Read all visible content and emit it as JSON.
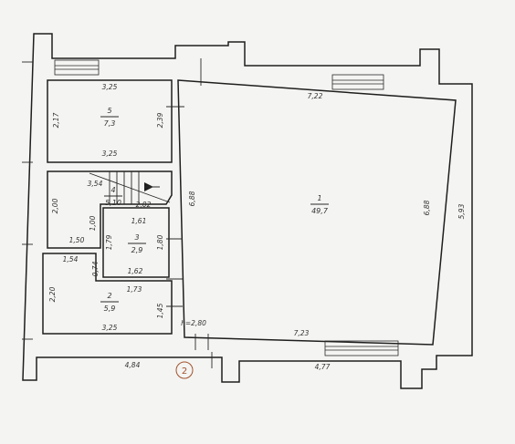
{
  "floor_plan": {
    "rooms": [
      {
        "number": "1",
        "area": "49,7"
      },
      {
        "number": "2",
        "area": "5,9"
      },
      {
        "number": "3",
        "area": "2,9"
      },
      {
        "number": "4",
        "area": "5,10"
      },
      {
        "number": "5",
        "area": "7,3"
      }
    ],
    "ceiling_height": "h=2,80",
    "axis_marker": "2",
    "dimensions": {
      "r5_top": "3,25",
      "r5_left": "2,17",
      "r5_right": "2,39",
      "r5_bottom": "3,25",
      "r4_stair": "3,54",
      "r4_bottom": "2,02",
      "r4_left": "2,00",
      "r4_sub_top": "1,61",
      "r4_lower_left": "1,00",
      "r4_lower_width": "1,50",
      "r3_left": "1,79",
      "r3_right": "1,80",
      "r3_bottom": "1,62",
      "r2_top_left": "1,54",
      "r2_top_gap": "0,74",
      "r2_top_right": "1,73",
      "r2_left": "2,20",
      "r2_right": "1,45",
      "r2_bottom": "3,25",
      "r1_top": "7,22",
      "r1_left": "6,88",
      "r1_right": "6,88",
      "r1_bottom": "7,23",
      "outer_right": "5,93",
      "outer_bottom_left": "4,84",
      "outer_bottom_right": "4,77"
    }
  }
}
